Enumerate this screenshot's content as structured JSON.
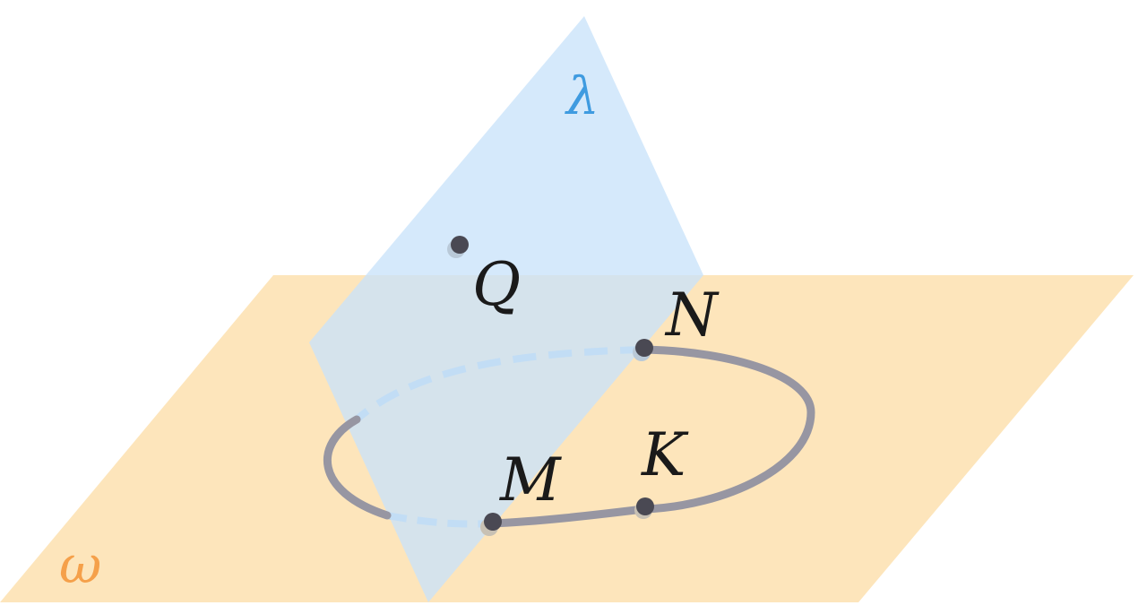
{
  "diagram": {
    "planes": {
      "omega": {
        "label": "ω",
        "color": "#F5A04A",
        "fill": "#FDE5BB"
      },
      "lambda": {
        "label": "λ",
        "color": "#3F9BE0",
        "fill": "#CFE6FA"
      }
    },
    "points": {
      "Q": {
        "label": "Q"
      },
      "N": {
        "label": "N"
      },
      "K": {
        "label": "K"
      },
      "M": {
        "label": "M"
      }
    },
    "colors": {
      "circle_solid": "#9796A2",
      "circle_dashed": "#A9C7E2",
      "point": "#4A4953",
      "text": "#1A1A1A"
    }
  }
}
